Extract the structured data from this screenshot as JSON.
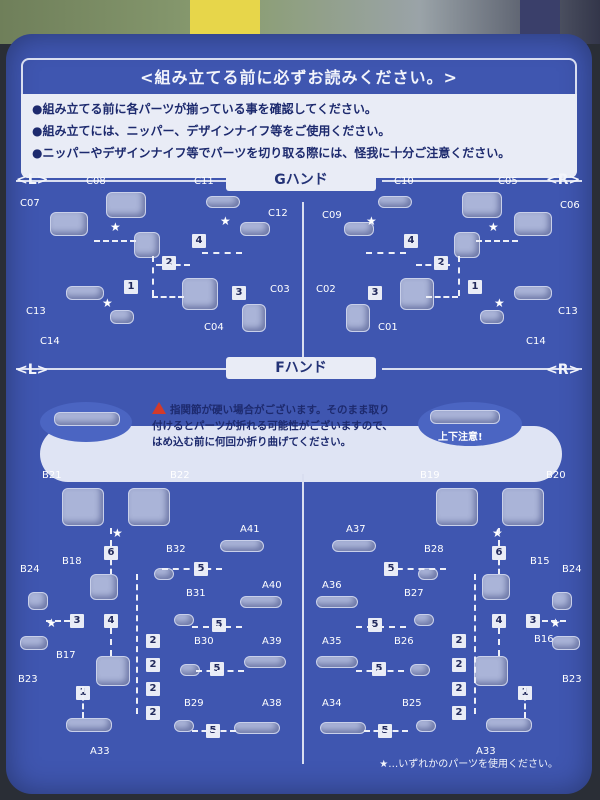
{
  "notice": {
    "title": "<組み立てる前に必ずお読みください。>",
    "lines": [
      "●組み立てる前に各パーツが揃っている事を確認してください。",
      "●組み立てには、ニッパー、デザインナイフ等をご使用ください。",
      "●ニッパーやデザインナイフ等でパーツを切り取る際には、怪我に十分ご注意ください。"
    ]
  },
  "g_hand": {
    "title": "Gハンド",
    "left_label": "<L>",
    "right_label": "<R>",
    "left_codes": [
      "C08",
      "C07",
      "C11",
      "C12",
      "C13",
      "C14",
      "C04",
      "C03"
    ],
    "right_codes": [
      "C10",
      "C05",
      "C09",
      "C06",
      "C02",
      "C01",
      "C13",
      "C14"
    ],
    "steps": [
      "1",
      "2",
      "3",
      "4"
    ]
  },
  "f_hand": {
    "title": "Fハンド",
    "left_label": "<L>",
    "right_label": "<R>",
    "warning": [
      "指関節が硬い場合がございます。そのまま取り",
      "付けるとパーツが折れる可能性がございますので、",
      "はめ込む前に何回か折り曲げてください。"
    ],
    "updown_note": "上下注意!",
    "left_codes": [
      "B21",
      "B22",
      "A41",
      "B32",
      "B18",
      "A40",
      "B31",
      "B24",
      "A39",
      "B30",
      "B17",
      "B23",
      "B29",
      "A38",
      "A33"
    ],
    "right_codes": [
      "B19",
      "B20",
      "A37",
      "B28",
      "B15",
      "A36",
      "B27",
      "B24",
      "A35",
      "B26",
      "B16",
      "B23",
      "A34",
      "B25",
      "A33"
    ],
    "steps": [
      "1",
      "2",
      "3",
      "4",
      "5",
      "6"
    ]
  },
  "footnote": "★…いずれかのパーツを使用ください。"
}
